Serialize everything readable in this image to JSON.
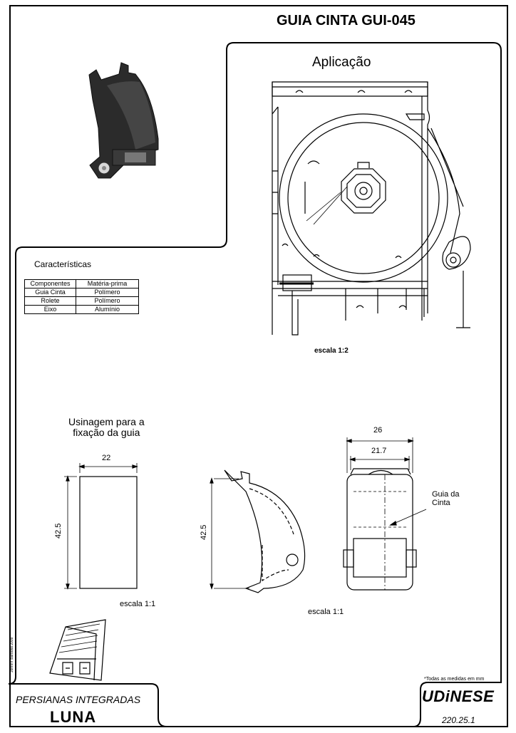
{
  "title": "GUIA CINTA GUI-045",
  "application": {
    "title": "Aplicação",
    "scale": "escala 1:2"
  },
  "characteristics": {
    "title": "Características",
    "headers": [
      "Componentes",
      "Matéria-prima"
    ],
    "rows": [
      [
        "Guia Cinta",
        "Polímero"
      ],
      [
        "Rolete",
        "Polímero"
      ],
      [
        "Eixo",
        "Alumínio"
      ]
    ]
  },
  "machining": {
    "title_line1": "Usinagem para a",
    "title_line2": "fixação  da guia",
    "width": "22",
    "height": "42.5",
    "scale": "escala 1:1"
  },
  "side_view": {
    "height": "42.5"
  },
  "front_view": {
    "outer_width": "26",
    "inner_width": "21.7",
    "callout_line1": "Guia da",
    "callout_line2": "Cinta",
    "scale": "escala 1:1"
  },
  "footnote": "*Todas as medidas em mm",
  "series": "PERSIANAS INTEGRADAS",
  "product": "LUNA",
  "brand": "UDiNESE",
  "code": "220.25.1",
  "author": "JohnnY Barbosa 2009"
}
